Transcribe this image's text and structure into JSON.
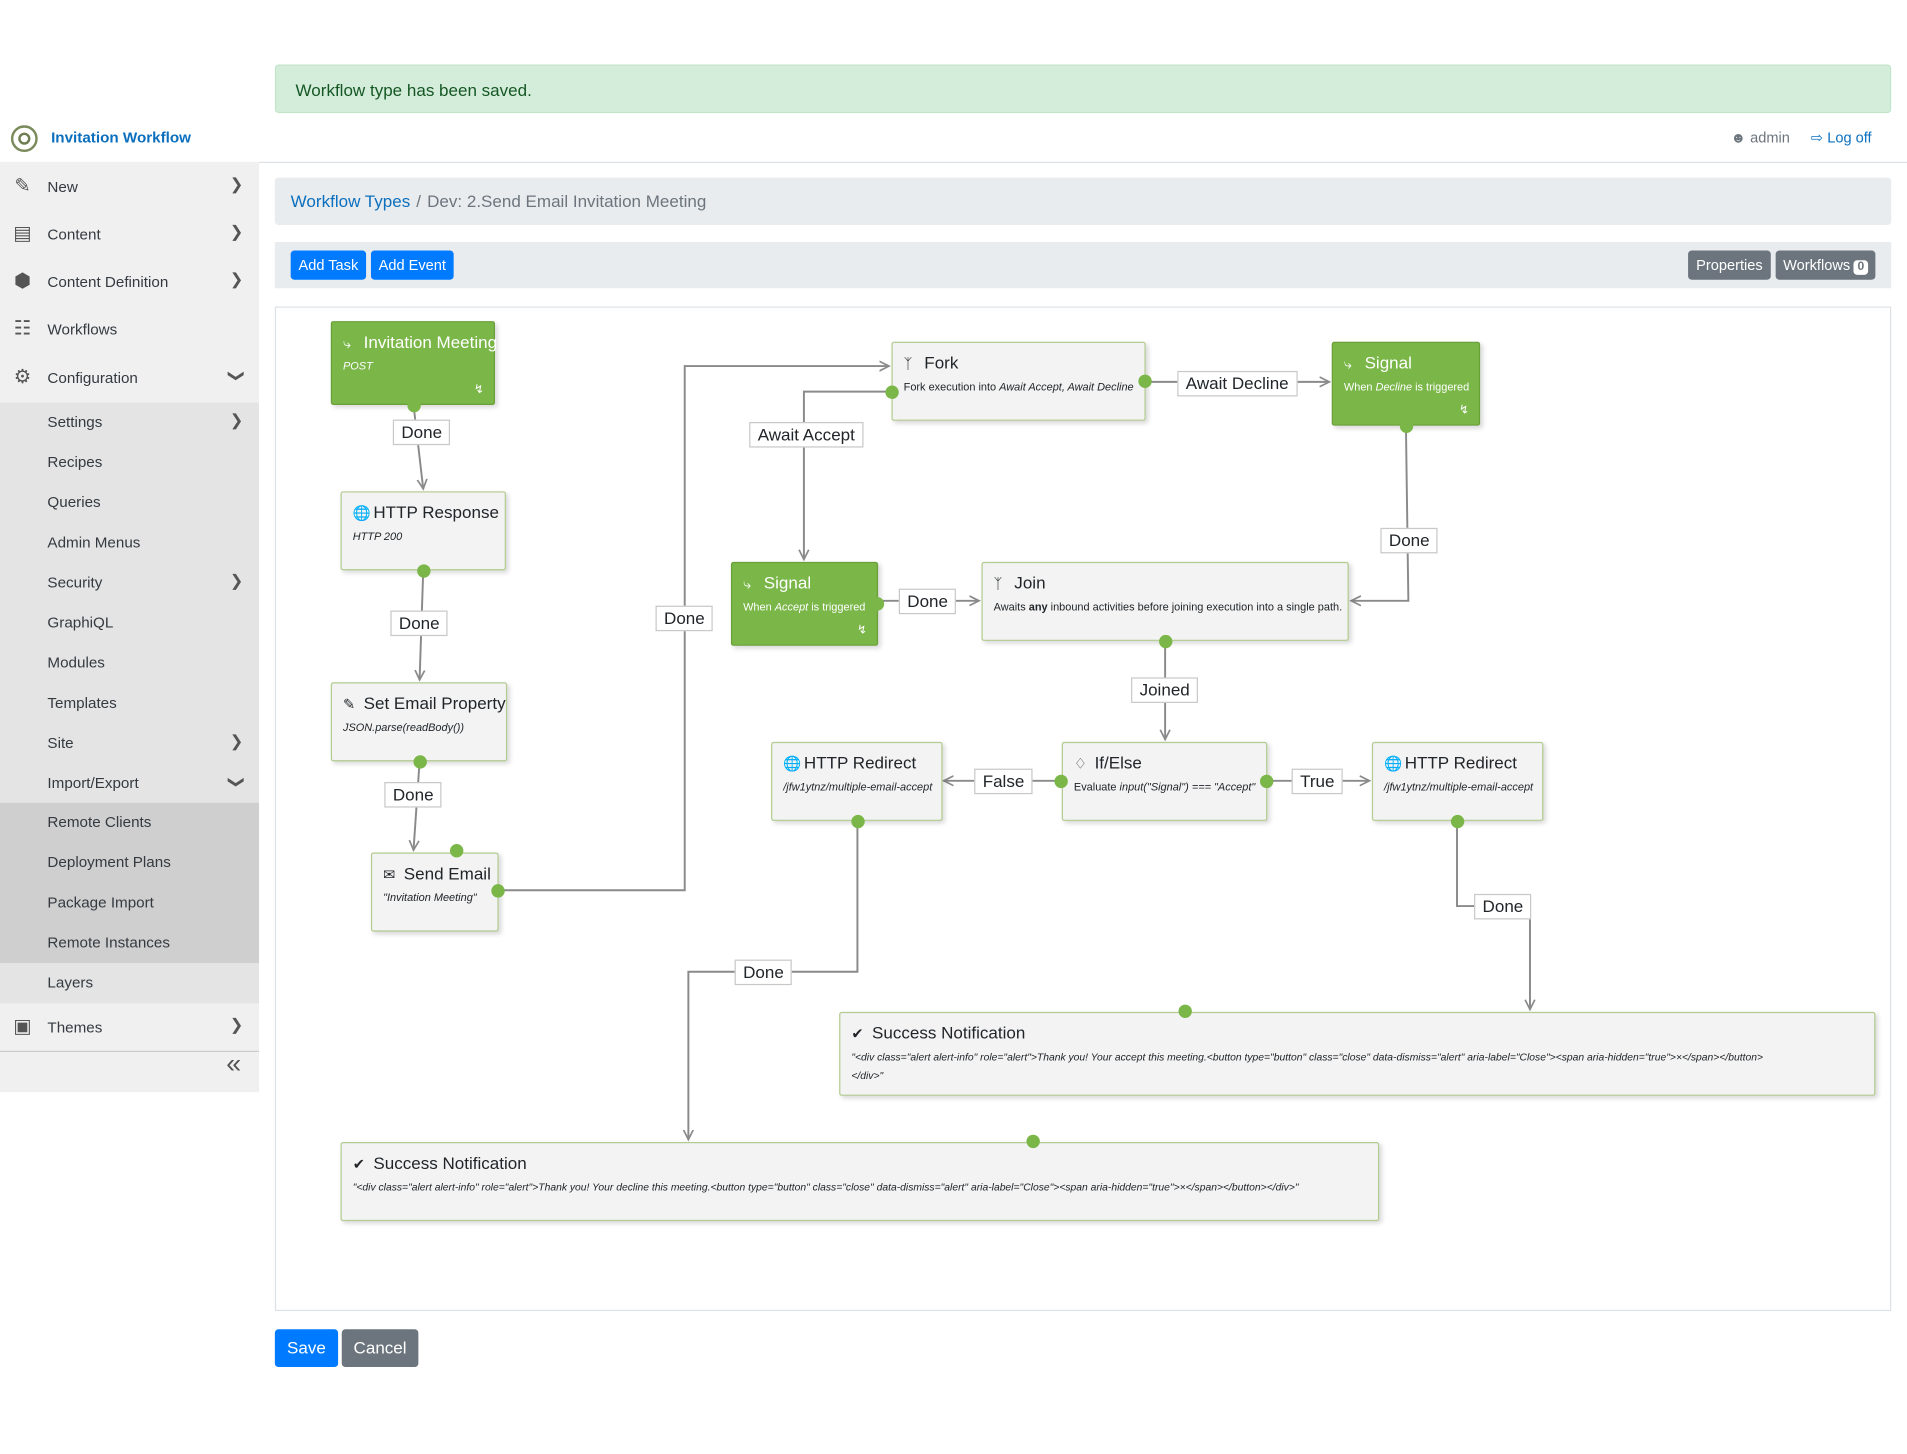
{
  "alert": {
    "message": "Workflow type has been saved."
  },
  "brand": {
    "name": "Invitation Workflow"
  },
  "topbar": {
    "user": "admin",
    "logoff": "Log off"
  },
  "sidebar": {
    "items": [
      {
        "label": "New",
        "icon": "edit-icon"
      },
      {
        "label": "Content",
        "icon": "content-icon"
      },
      {
        "label": "Content Definition",
        "icon": "cube-icon"
      },
      {
        "label": "Workflows",
        "icon": "sitemap-icon"
      },
      {
        "label": "Configuration",
        "icon": "gear-icon"
      }
    ],
    "config_items": [
      "Settings",
      "Recipes",
      "Queries",
      "Admin Menus",
      "Security",
      "GraphiQL",
      "Modules",
      "Templates",
      "Site",
      "Import/Export"
    ],
    "import_export_items": [
      "Remote Clients",
      "Deployment Plans",
      "Package Import",
      "Remote Instances"
    ],
    "layers": "Layers",
    "themes": "Themes"
  },
  "breadcrumb": {
    "root": "Workflow Types",
    "separator": "/",
    "current": "Dev: 2.Send Email Invitation Meeting"
  },
  "toolbar": {
    "add_task": "Add Task",
    "add_event": "Add Event",
    "properties": "Properties",
    "workflows": "Workflows",
    "workflows_count": "0"
  },
  "activities": {
    "invitation": {
      "title": "Invitation Meeting",
      "desc": "POST"
    },
    "http_response": {
      "title": "HTTP Response",
      "desc": "HTTP 200"
    },
    "set_email": {
      "title": "Set Email Property",
      "desc": "JSON.parse(readBody())"
    },
    "send_email": {
      "title": "Send Email",
      "desc": "\"Invitation Meeting\""
    },
    "fork": {
      "title": "Fork",
      "desc_prefix": "Fork execution into ",
      "desc_italic": "Await Accept, Await Decline"
    },
    "signal_decline": {
      "title": "Signal",
      "desc_prefix": "When ",
      "desc_italic": "Decline",
      "desc_suffix": " is triggered"
    },
    "signal_accept": {
      "title": "Signal",
      "desc_prefix": "When ",
      "desc_italic": "Accept",
      "desc_suffix": " is triggered"
    },
    "join": {
      "title": "Join",
      "desc_prefix": "Awaits ",
      "desc_bold": "any",
      "desc_suffix": " inbound activities before joining execution into a single path."
    },
    "ifelse": {
      "title": "If/Else",
      "desc_prefix": "Evaluate ",
      "desc_italic": "input(\"Signal\") === \"Accept\""
    },
    "redirect_left": {
      "title": "HTTP Redirect",
      "desc": "/jfw1ytnz/multiple-email-accept"
    },
    "redirect_right": {
      "title": "HTTP Redirect",
      "desc": "/jfw1ytnz/multiple-email-accept"
    },
    "success_right": {
      "title": "Success Notification",
      "desc_line1": "\"<div class=\"alert alert-info\" role=\"alert\">Thank you! Your accept this meeting.<button type=\"button\" class=\"close\" data-dismiss=\"alert\" aria-label=\"Close\"><span aria-hidden=\"true\">×</span></button>",
      "desc_line2": "</div>\""
    },
    "success_left": {
      "title": "Success Notification",
      "desc": "\"<div class=\"alert alert-info\" role=\"alert\">Thank you! Your decline this meeting.<button type=\"button\" class=\"close\" data-dismiss=\"alert\" aria-label=\"Close\"><span aria-hidden=\"true\">×</span></button></div>\""
    }
  },
  "outcomes": {
    "done": "Done",
    "await_accept": "Await Accept",
    "await_decline": "Await Decline",
    "joined": "Joined",
    "false": "False",
    "true": "True"
  },
  "footer": {
    "save": "Save",
    "cancel": "Cancel"
  },
  "colors": {
    "event": "#7ab648",
    "primary": "#007bff",
    "secondary": "#6c757d",
    "alert_bg": "#d4edda"
  }
}
